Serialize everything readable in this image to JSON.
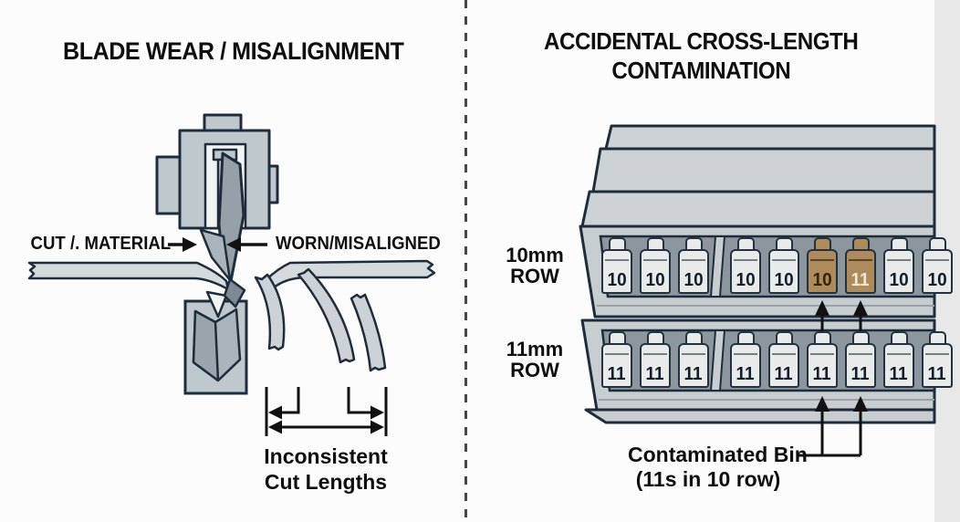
{
  "background_color": "#fcfcfc",
  "divider": {
    "style": "dashed-vertical-line",
    "color": "#474747"
  },
  "left_panel": {
    "title": "BLADE WEAR / MISALIGNMENT",
    "labels": {
      "cut_material": "CUT /. MATERIAL",
      "worn_misaligned": "WORN/MISALIGNED",
      "caption_line1": "Inconsistent",
      "caption_line2": "Cut Lengths"
    }
  },
  "right_panel": {
    "title_line1": "ACCIDENTAL CROSS-LENGTH",
    "title_line2": "CONTAMINATION",
    "rows": [
      {
        "label_line1": "10mm",
        "label_line2": "ROW",
        "bins": [
          {
            "value": "10"
          },
          {
            "value": "10"
          },
          {
            "value": "10"
          },
          {
            "value": "10"
          },
          {
            "value": "10"
          },
          {
            "value": "10",
            "state": "contaminated"
          },
          {
            "value": "11",
            "state": "contaminated",
            "light_num": true
          },
          {
            "value": "10"
          },
          {
            "value": "10"
          }
        ]
      },
      {
        "label_line1": "11mm",
        "label_line2": "ROW",
        "bins": [
          {
            "value": "11"
          },
          {
            "value": "11"
          },
          {
            "value": "11"
          },
          {
            "value": "11"
          },
          {
            "value": "11"
          },
          {
            "value": "11"
          },
          {
            "value": "11"
          },
          {
            "value": "11"
          },
          {
            "value": "11"
          }
        ]
      }
    ],
    "callout_line1": "Contaminated Bin",
    "callout_line2": "(11s in 10 row)"
  },
  "colors": {
    "outline": "#1f2d3a",
    "machine_fill": "#bfc8cd",
    "blade_fill": "#95a0a8",
    "strip_fill": "#d5dadc",
    "shelf_fill": "#cdd2d4",
    "tray_fill": "#c8cdd0",
    "tray_interior": "#8e969d",
    "bin_fill": "#e9ebea",
    "contaminated_fill": "#ad8b5c",
    "arrow_text": "#111111"
  }
}
